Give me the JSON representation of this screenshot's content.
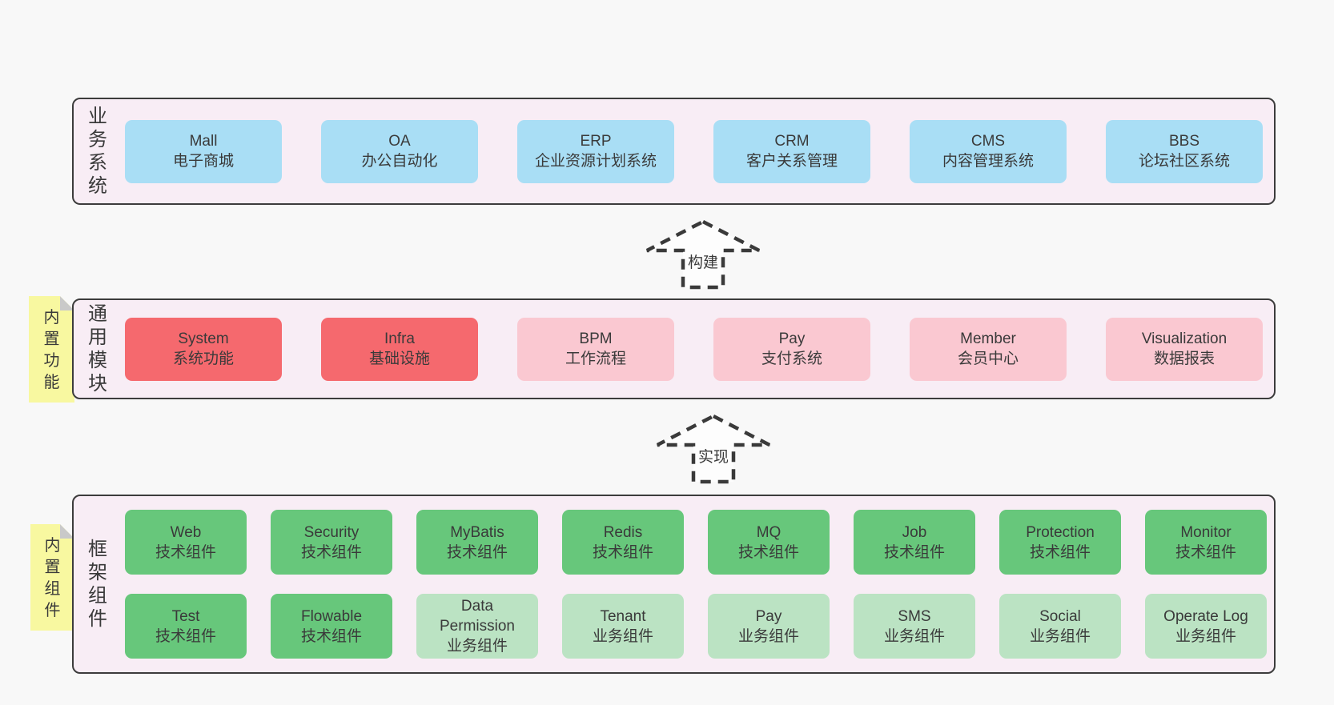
{
  "colors": {
    "page_bg": "#F8F8F8",
    "panel_bg": "#F8EDF5",
    "panel_border": "#3C3C3C",
    "blue": "#A9DEF5",
    "red": "#F5696E",
    "pink": "#FAC8D1",
    "green": "#67C77B",
    "light_green": "#BBE3C3",
    "note_yellow": "#F8F8A0",
    "note_fold": "#C9C9C9",
    "text": "#3A3A3A"
  },
  "arrows": {
    "build": "构建",
    "implement": "实现"
  },
  "notes": {
    "modules": "内置功能",
    "components": "内置组件"
  },
  "sections": {
    "business": {
      "label": "业务系统",
      "boxes": [
        {
          "name": "Mall",
          "desc": "电子商城"
        },
        {
          "name": "OA",
          "desc": "办公自动化"
        },
        {
          "name": "ERP",
          "desc": "企业资源计划系统"
        },
        {
          "name": "CRM",
          "desc": "客户关系管理"
        },
        {
          "name": "CMS",
          "desc": "内容管理系统"
        },
        {
          "name": "BBS",
          "desc": "论坛社区系统"
        }
      ]
    },
    "modules": {
      "label": "通用模块",
      "boxes": [
        {
          "name": "System",
          "desc": "系统功能"
        },
        {
          "name": "Infra",
          "desc": "基础设施"
        },
        {
          "name": "BPM",
          "desc": "工作流程"
        },
        {
          "name": "Pay",
          "desc": "支付系统"
        },
        {
          "name": "Member",
          "desc": "会员中心"
        },
        {
          "name": "Visualization",
          "desc": "数据报表"
        }
      ]
    },
    "components": {
      "label": "框架组件",
      "row1": [
        {
          "name": "Web",
          "desc": "技术组件"
        },
        {
          "name": "Security",
          "desc": "技术组件"
        },
        {
          "name": "MyBatis",
          "desc": "技术组件"
        },
        {
          "name": "Redis",
          "desc": "技术组件"
        },
        {
          "name": "MQ",
          "desc": "技术组件"
        },
        {
          "name": "Job",
          "desc": "技术组件"
        },
        {
          "name": "Protection",
          "desc": "技术组件"
        },
        {
          "name": "Monitor",
          "desc": "技术组件"
        }
      ],
      "row2": [
        {
          "name": "Test",
          "desc": "技术组件"
        },
        {
          "name": "Flowable",
          "desc": "技术组件"
        },
        {
          "name": "Data Permission",
          "desc": "业务组件"
        },
        {
          "name": "Tenant",
          "desc": "业务组件"
        },
        {
          "name": "Pay",
          "desc": "业务组件"
        },
        {
          "name": "SMS",
          "desc": "业务组件"
        },
        {
          "name": "Social",
          "desc": "业务组件"
        },
        {
          "name": "Operate Log",
          "desc": "业务组件"
        }
      ]
    }
  }
}
